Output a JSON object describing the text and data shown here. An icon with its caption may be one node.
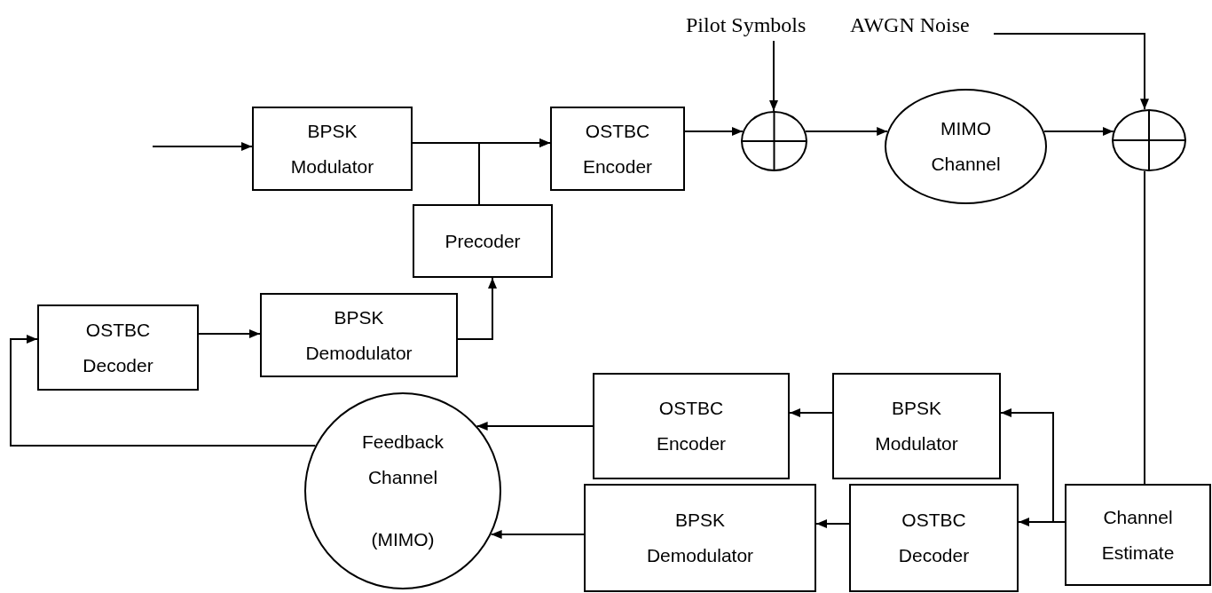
{
  "diagram": {
    "nodes": [
      {
        "text": [
          "BPSK Modulator"
        ]
      },
      {
        "text": [
          "Precoder"
        ]
      },
      {
        "text": [
          "OSTBC Encoder"
        ]
      },
      {
        "text": [],
        "shape": "circle"
      },
      {
        "text": [
          "Pilot Symbols"
        ]
      },
      {
        "text": [
          "AWGN Noise"
        ]
      },
      {
        "text": [
          "MIMO Channel"
        ]
      },
      {
        "text": [],
        "shape": "circle"
      },
      {
        "text": [
          "OSTBC Decoder"
        ]
      },
      {
        "text": [
          "BPSK Demodulator"
        ]
      },
      {
        "text": [
          "Feedback Channel",
          "(MIMO)"
        ]
      },
      {
        "text": [
          "OSTBC Encoder"
        ]
      },
      {
        "text": [
          "BPSK Modulator"
        ]
      },
      {
        "text": [
          "BPSK Demodulator"
        ]
      },
      {
        "text": [
          "OSTBC Decoder"
        ]
      },
      {
        "text": [
          "Channel Estimate"
        ]
      }
    ],
    "edges": [
      {
        "from": null,
        "to": 0,
        "arrow": "to"
      },
      {
        "from": 0,
        "to": 2,
        "arrow": "to"
      },
      {
        "from": 1,
        "to": 2,
        "arrow": "to"
      },
      {
        "from": 2,
        "to": 3,
        "arrow": "to"
      },
      {
        "from": 4,
        "to": 3,
        "arrow": "to"
      },
      {
        "from": 3,
        "to": 6,
        "arrow": "to"
      },
      {
        "from": 6,
        "to": 7,
        "arrow": "to"
      },
      {
        "from": 5,
        "to": 7,
        "arrow": "to"
      },
      {
        "from": 15,
        "to": 7,
        "arrow": "none"
      },
      {
        "from": 15,
        "to": 14,
        "arrow": "to"
      },
      {
        "from": 15,
        "to": 12,
        "arrow": "to"
      },
      {
        "from": 12,
        "to": 11,
        "arrow": "to"
      },
      {
        "from": 11,
        "to": 10,
        "arrow": "to"
      },
      {
        "from": 14,
        "to": 13,
        "arrow": "to"
      },
      {
        "from": 13,
        "to": 10,
        "arrow": "to"
      },
      {
        "from": 10,
        "to": 8,
        "arrow": "to"
      },
      {
        "from": 8,
        "to": 9,
        "arrow": "to"
      },
      {
        "from": 9,
        "to": 1,
        "arrow": "to"
      }
    ]
  }
}
